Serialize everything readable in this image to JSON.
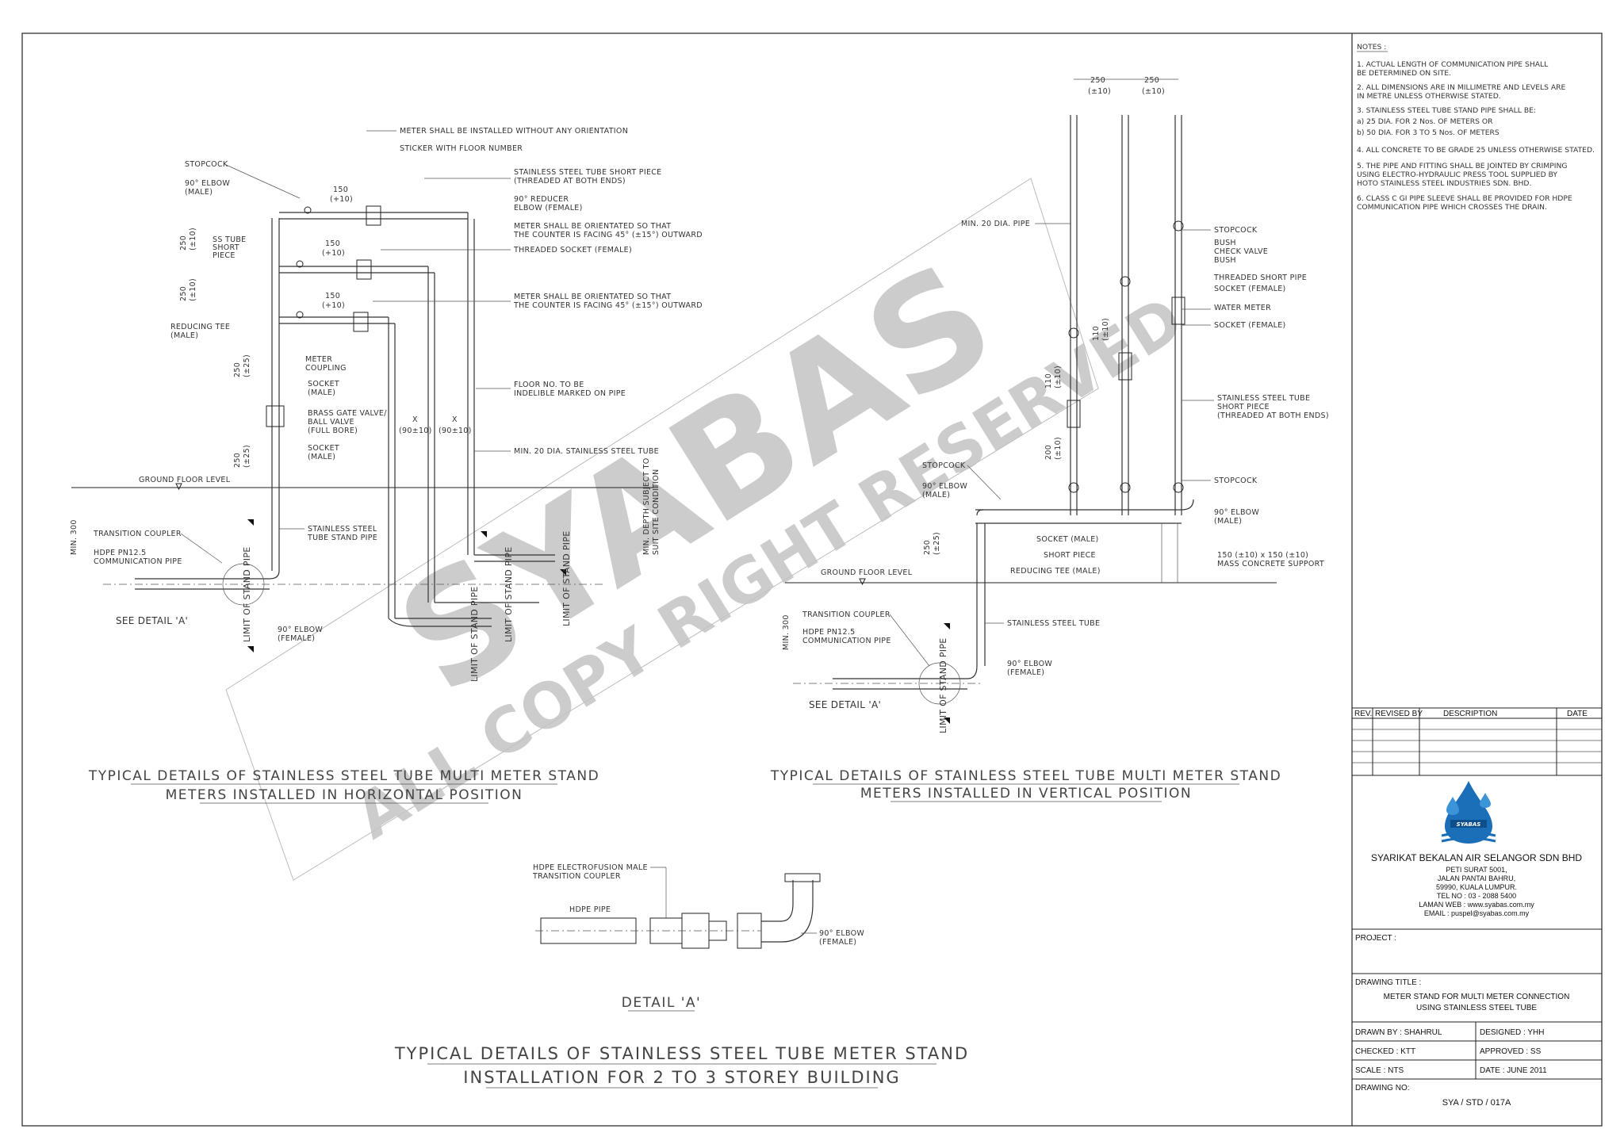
{
  "notes": {
    "heading": "NOTES :",
    "items": [
      "1.  ACTUAL LENGTH OF COMMUNICATION PIPE SHALL",
      "     BE DETERMINED ON SITE.",
      "2.  ALL DIMENSIONS ARE IN MILLIMETRE AND LEVELS ARE",
      "     IN METRE UNLESS OTHERWISE STATED.",
      "3.  STAINLESS STEEL TUBE STAND PIPE SHALL BE:",
      "     a) 25 DIA. FOR 2 Nos. OF METERS OR",
      "     b) 50 DIA. FOR 3 TO 5 Nos. OF METERS",
      "4.  ALL CONCRETE TO BE GRADE 25 UNLESS OTHERWISE STATED.",
      "5.  THE PIPE AND FITTING SHALL BE JOINTED BY CRIMPING",
      "     USING ELECTRO-HYDRAULIC PRESS TOOL SUPPLIED BY",
      "     HOTO STAINLESS STEEL INDUSTRIES SDN. BHD.",
      "6.  CLASS C GI PIPE SLEEVE SHALL BE PROVIDED FOR HDPE",
      "     COMMUNICATION PIPE WHICH CROSSES THE DRAIN."
    ]
  },
  "revision_table": {
    "headers": [
      "REV.",
      "REVISED BY",
      "DESCRIPTION",
      "DATE"
    ]
  },
  "company": {
    "logo_text": "SYABAS",
    "name": "SYARIKAT BEKALAN AIR SELANGOR SDN BHD",
    "address": [
      "PETI SURAT 5001,",
      "JALAN PANTAI BAHRU,",
      "59990, KUALA LUMPUR.",
      "TEL NO : 03 - 2088 5400",
      "LAMAN WEB : www.syabas.com.my",
      "EMAIL : puspel@syabas.com.my"
    ]
  },
  "title_block": {
    "project_label": "PROJECT :",
    "drawing_title_label": "DRAWING TITLE :",
    "drawing_title": [
      "METER STAND FOR MULTI METER CONNECTION",
      "USING STAINLESS STEEL TUBE"
    ],
    "drawn_by": "DRAWN BY : SHAHRUL",
    "designed": "DESIGNED : YHH",
    "checked": "CHECKED : KTT",
    "approved": "APPROVED :   SS",
    "scale": "SCALE : NTS",
    "date": "DATE :   JUNE 2011",
    "drawing_no_label": "DRAWING NO:",
    "drawing_no": "SYA / STD / 017A"
  },
  "watermark": {
    "line1": "SYABAS",
    "line2": "ALL COPY RIGHT RESERVED"
  },
  "drawing_titles": {
    "horizontal": [
      "TYPICAL DETAILS OF STAINLESS STEEL TUBE MULTI METER STAND",
      "METERS INSTALLED IN HORIZONTAL POSITION"
    ],
    "vertical": [
      "TYPICAL DETAILS OF STAINLESS STEEL TUBE MULTI METER STAND",
      "METERS INSTALLED IN VERTICAL POSITION"
    ],
    "detail": "DETAIL 'A'",
    "main": [
      "TYPICAL DETAILS OF STAINLESS STEEL TUBE METER STAND",
      "INSTALLATION FOR 2 TO 3 STOREY BUILDING"
    ]
  },
  "left_labels": {
    "meter_no_orientation": "METER SHALL BE INSTALLED WITHOUT ANY ORIENTATION",
    "sticker": "STICKER WITH FLOOR NUMBER",
    "stopcock": "STOPCOCK",
    "elbow_male": [
      "90° ELBOW",
      "(MALE)"
    ],
    "ss_short_piece": [
      "STAINLESS STEEL TUBE SHORT PIECE",
      "(THREADED AT BOTH ENDS)"
    ],
    "reducer_elbow": [
      "90° REDUCER",
      "ELBOW (FEMALE)"
    ],
    "orient1": [
      "METER SHALL BE ORIENTATED SO THAT",
      "THE COUNTER IS FACING 45° (±15°) OUTWARD"
    ],
    "threaded_socket": "THREADED SOCKET (FEMALE)",
    "ss_tube_short": [
      "SS TUBE",
      "SHORT",
      "PIECE"
    ],
    "orient2": [
      "METER SHALL BE ORIENTATED SO THAT",
      "THE COUNTER IS FACING 45° (±15°) OUTWARD"
    ],
    "reducing_tee": [
      "REDUCING TEE",
      "(MALE)"
    ],
    "meter_coupling": [
      "METER",
      "COUPLING"
    ],
    "socket_male": [
      "SOCKET",
      "(MALE)"
    ],
    "gate_valve": [
      "BRASS GATE VALVE/",
      "BALL VALVE",
      "(FULL BORE)"
    ],
    "socket_male2": [
      "SOCKET",
      "(MALE)"
    ],
    "floor_no": [
      "FLOOR NO. TO BE",
      "INDELIBLE MARKED ON PIPE"
    ],
    "min20_ss": "MIN. 20 DIA. STAINLESS STEEL TUBE",
    "ground_floor": "GROUND FLOOR LEVEL",
    "transition": "TRANSITION COUPLER",
    "hdpe": [
      "HDPE PN12.5",
      "COMMUNICATION PIPE"
    ],
    "ss_stand": [
      "STAINLESS STEEL",
      "TUBE STAND PIPE"
    ],
    "see_detail": "SEE DETAIL 'A'",
    "elbow_female": [
      "90° ELBOW",
      "(FEMALE)"
    ],
    "limit": "LIMIT OF STAND PIPE",
    "min300": "MIN. 300",
    "min_depth": [
      "MIN. DEPTH SUBJECT TO",
      "SUIT SITE CONDITION"
    ],
    "dim150": "150",
    "dimpm10": "(+10)",
    "dim250": "250",
    "dim250tol": "(±10)",
    "dim250tol25": "(±25)",
    "dimx": "X",
    "dim90": "(90±10)"
  },
  "right_labels": {
    "dim250a": "250",
    "dim250b": "250",
    "tol": "(±10)",
    "min20": "MIN. 20 DIA. PIPE",
    "stopcock": "STOPCOCK",
    "bush": "BUSH",
    "check_valve": "CHECK VALVE",
    "bush2": "BUSH",
    "threaded_short": "THREADED SHORT PIPE",
    "socket_female": "SOCKET (FEMALE)",
    "water_meter": "WATER METER",
    "socket_female2": "SOCKET (FEMALE)",
    "ss_short": [
      "STAINLESS STEEL TUBE",
      "SHORT PIECE",
      "(THREADED AT BOTH ENDS)"
    ],
    "stopcock2": "STOPCOCK",
    "elbow_male": [
      "90° ELBOW",
      "(MALE)"
    ],
    "mass_concrete": [
      "150 (±10) x 150 (±10)",
      "MASS CONCRETE SUPPORT"
    ],
    "stopcock3": "STOPCOCK",
    "elbow_male2": [
      "90° ELBOW",
      "(MALE)"
    ],
    "socket_male": "SOCKET (MALE)",
    "short_piece": "SHORT PIECE",
    "reducing_tee": "REDUCING TEE (MALE)",
    "ground_floor": "GROUND FLOOR LEVEL",
    "transition": "TRANSITION COUPLER",
    "hdpe": [
      "HDPE PN12.5",
      "COMMUNICATION PIPE"
    ],
    "ss_tube": "STAINLESS STEEL TUBE",
    "elbow_female": [
      "90° ELBOW",
      "(FEMALE)"
    ],
    "see_detail": "SEE DETAIL 'A'",
    "limit": "LIMIT OF STAND PIPE",
    "min300": "MIN. 300",
    "dim110": "110",
    "dim200": "200",
    "dim250": "250",
    "tol25": "(±25)"
  },
  "detail_labels": {
    "electrofusion": [
      "HDPE ELECTROFUSION MALE",
      "TRANSITION COUPLER"
    ],
    "hdpe_pipe": "HDPE PIPE",
    "elbow_female": [
      "90° ELBOW",
      "(FEMALE)"
    ]
  }
}
